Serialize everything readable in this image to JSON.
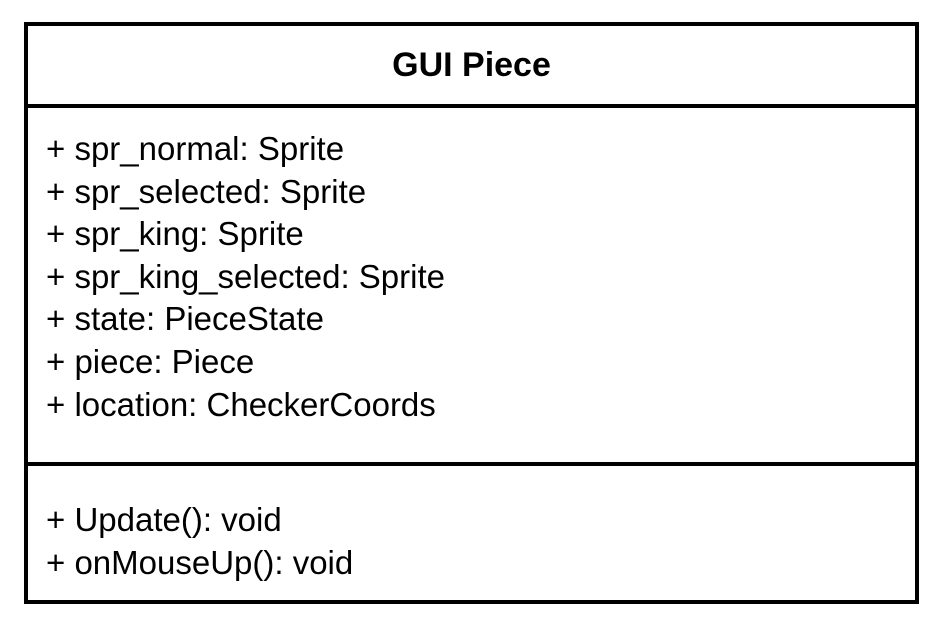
{
  "class": {
    "name": "GUI Piece",
    "attributes": [
      "+ spr_normal: Sprite",
      "+ spr_selected: Sprite",
      "+ spr_king: Sprite",
      "+ spr_king_selected: Sprite",
      "+ state: PieceState",
      "+ piece: Piece",
      "+ location: CheckerCoords"
    ],
    "methods": [
      "+ Update(): void",
      "+ onMouseUp(): void"
    ]
  }
}
